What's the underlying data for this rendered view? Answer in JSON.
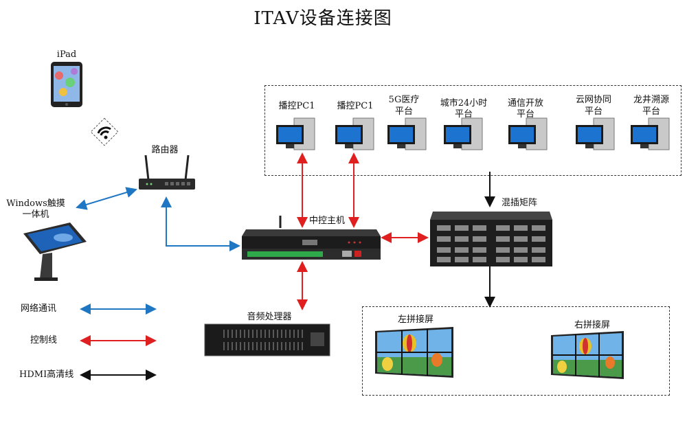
{
  "title": "ITAV设备连接图",
  "devices": {
    "ipad": "iPad",
    "router": "路由器",
    "touch_line1": "Windows触摸",
    "touch_line2": "一体机",
    "central": "中控主机",
    "matrix": "混插矩阵",
    "audio": "音频处理器"
  },
  "pcs": [
    {
      "line1": "播控PC1",
      "line2": ""
    },
    {
      "line1": "播控PC1",
      "line2": ""
    },
    {
      "line1": "5G医疗",
      "line2": "平台"
    },
    {
      "line1": "城市24小时",
      "line2": "平台"
    },
    {
      "line1": "通信开放",
      "line2": "平台"
    },
    {
      "line1": "云网协同",
      "line2": "平台"
    },
    {
      "line1": "龙井溯源",
      "line2": "平台"
    }
  ],
  "screens": {
    "left": "左拼接屏",
    "right": "右拼接屏"
  },
  "legend": [
    {
      "label": "网络通讯",
      "color": "#1f77c4"
    },
    {
      "label": "控制线",
      "color": "#e02020"
    },
    {
      "label": "HDMI高清线",
      "color": "#111111"
    }
  ],
  "colors": {
    "network": "#1f77c4",
    "control": "#e02020",
    "hdmi": "#111111"
  }
}
